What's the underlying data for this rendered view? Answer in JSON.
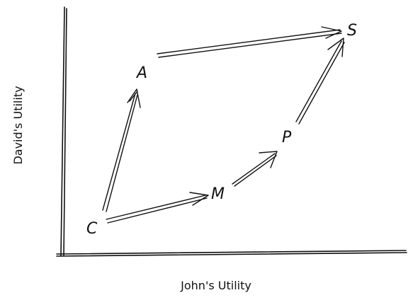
{
  "axes": {
    "x_label": "John's Utility",
    "y_label": "David's Utility"
  },
  "nodes": {
    "C": "C",
    "A": "A",
    "M": "M",
    "P": "P",
    "S": "S"
  },
  "edges": [
    {
      "from": "C",
      "to": "A"
    },
    {
      "from": "C",
      "to": "M"
    },
    {
      "from": "M",
      "to": "P"
    },
    {
      "from": "A",
      "to": "S"
    },
    {
      "from": "P",
      "to": "S"
    }
  ],
  "colors": {
    "ink": "#111111",
    "background": "#ffffff"
  }
}
